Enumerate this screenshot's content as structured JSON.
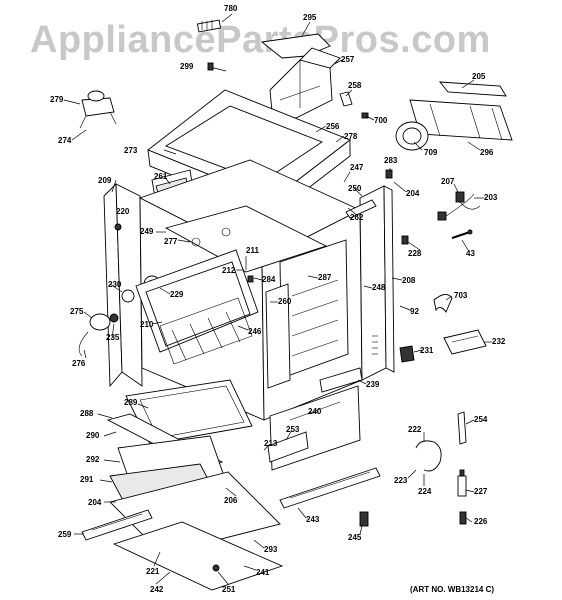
{
  "watermark": "AppliancePartsPros.com",
  "art_number": "(ART NO. WB13214 C)",
  "labels": {
    "p780": "780",
    "p295": "295",
    "p299": "299",
    "p257": "257",
    "p258": "258",
    "p205": "205",
    "p279": "279",
    "p274": "274",
    "p700": "700",
    "p256": "256",
    "p278": "278",
    "p709": "709",
    "p296": "296",
    "p273": "273",
    "p283": "283",
    "p247": "247",
    "p209": "209",
    "p261": "261",
    "p250": "250",
    "p204a": "204",
    "p207": "207",
    "p203": "203",
    "p220": "220",
    "p262": "262",
    "p249": "249",
    "p277": "277",
    "p211": "211",
    "p228": "228",
    "p43": "43",
    "p212": "212",
    "p284": "284",
    "p287": "287",
    "p230": "230",
    "p229": "229",
    "p208": "208",
    "p703": "703",
    "p248": "248",
    "p260": "260",
    "p92": "92",
    "p275": "275",
    "p210": "210",
    "p246": "246",
    "p235": "235",
    "p231": "231",
    "p232": "232",
    "p276": "276",
    "p239": "239",
    "p289": "289",
    "p288": "288",
    "p240": "240",
    "p254": "254",
    "p290": "290",
    "p253": "253",
    "p222": "222",
    "p213": "213",
    "p292": "292",
    "p223": "223",
    "p224": "224",
    "p291": "291",
    "p227": "227",
    "p204b": "204",
    "p206": "206",
    "p243": "243",
    "p226": "226",
    "p259": "259",
    "p245": "245",
    "p293": "293",
    "p221": "221",
    "p242": "242",
    "p251": "251",
    "p241": "241"
  }
}
